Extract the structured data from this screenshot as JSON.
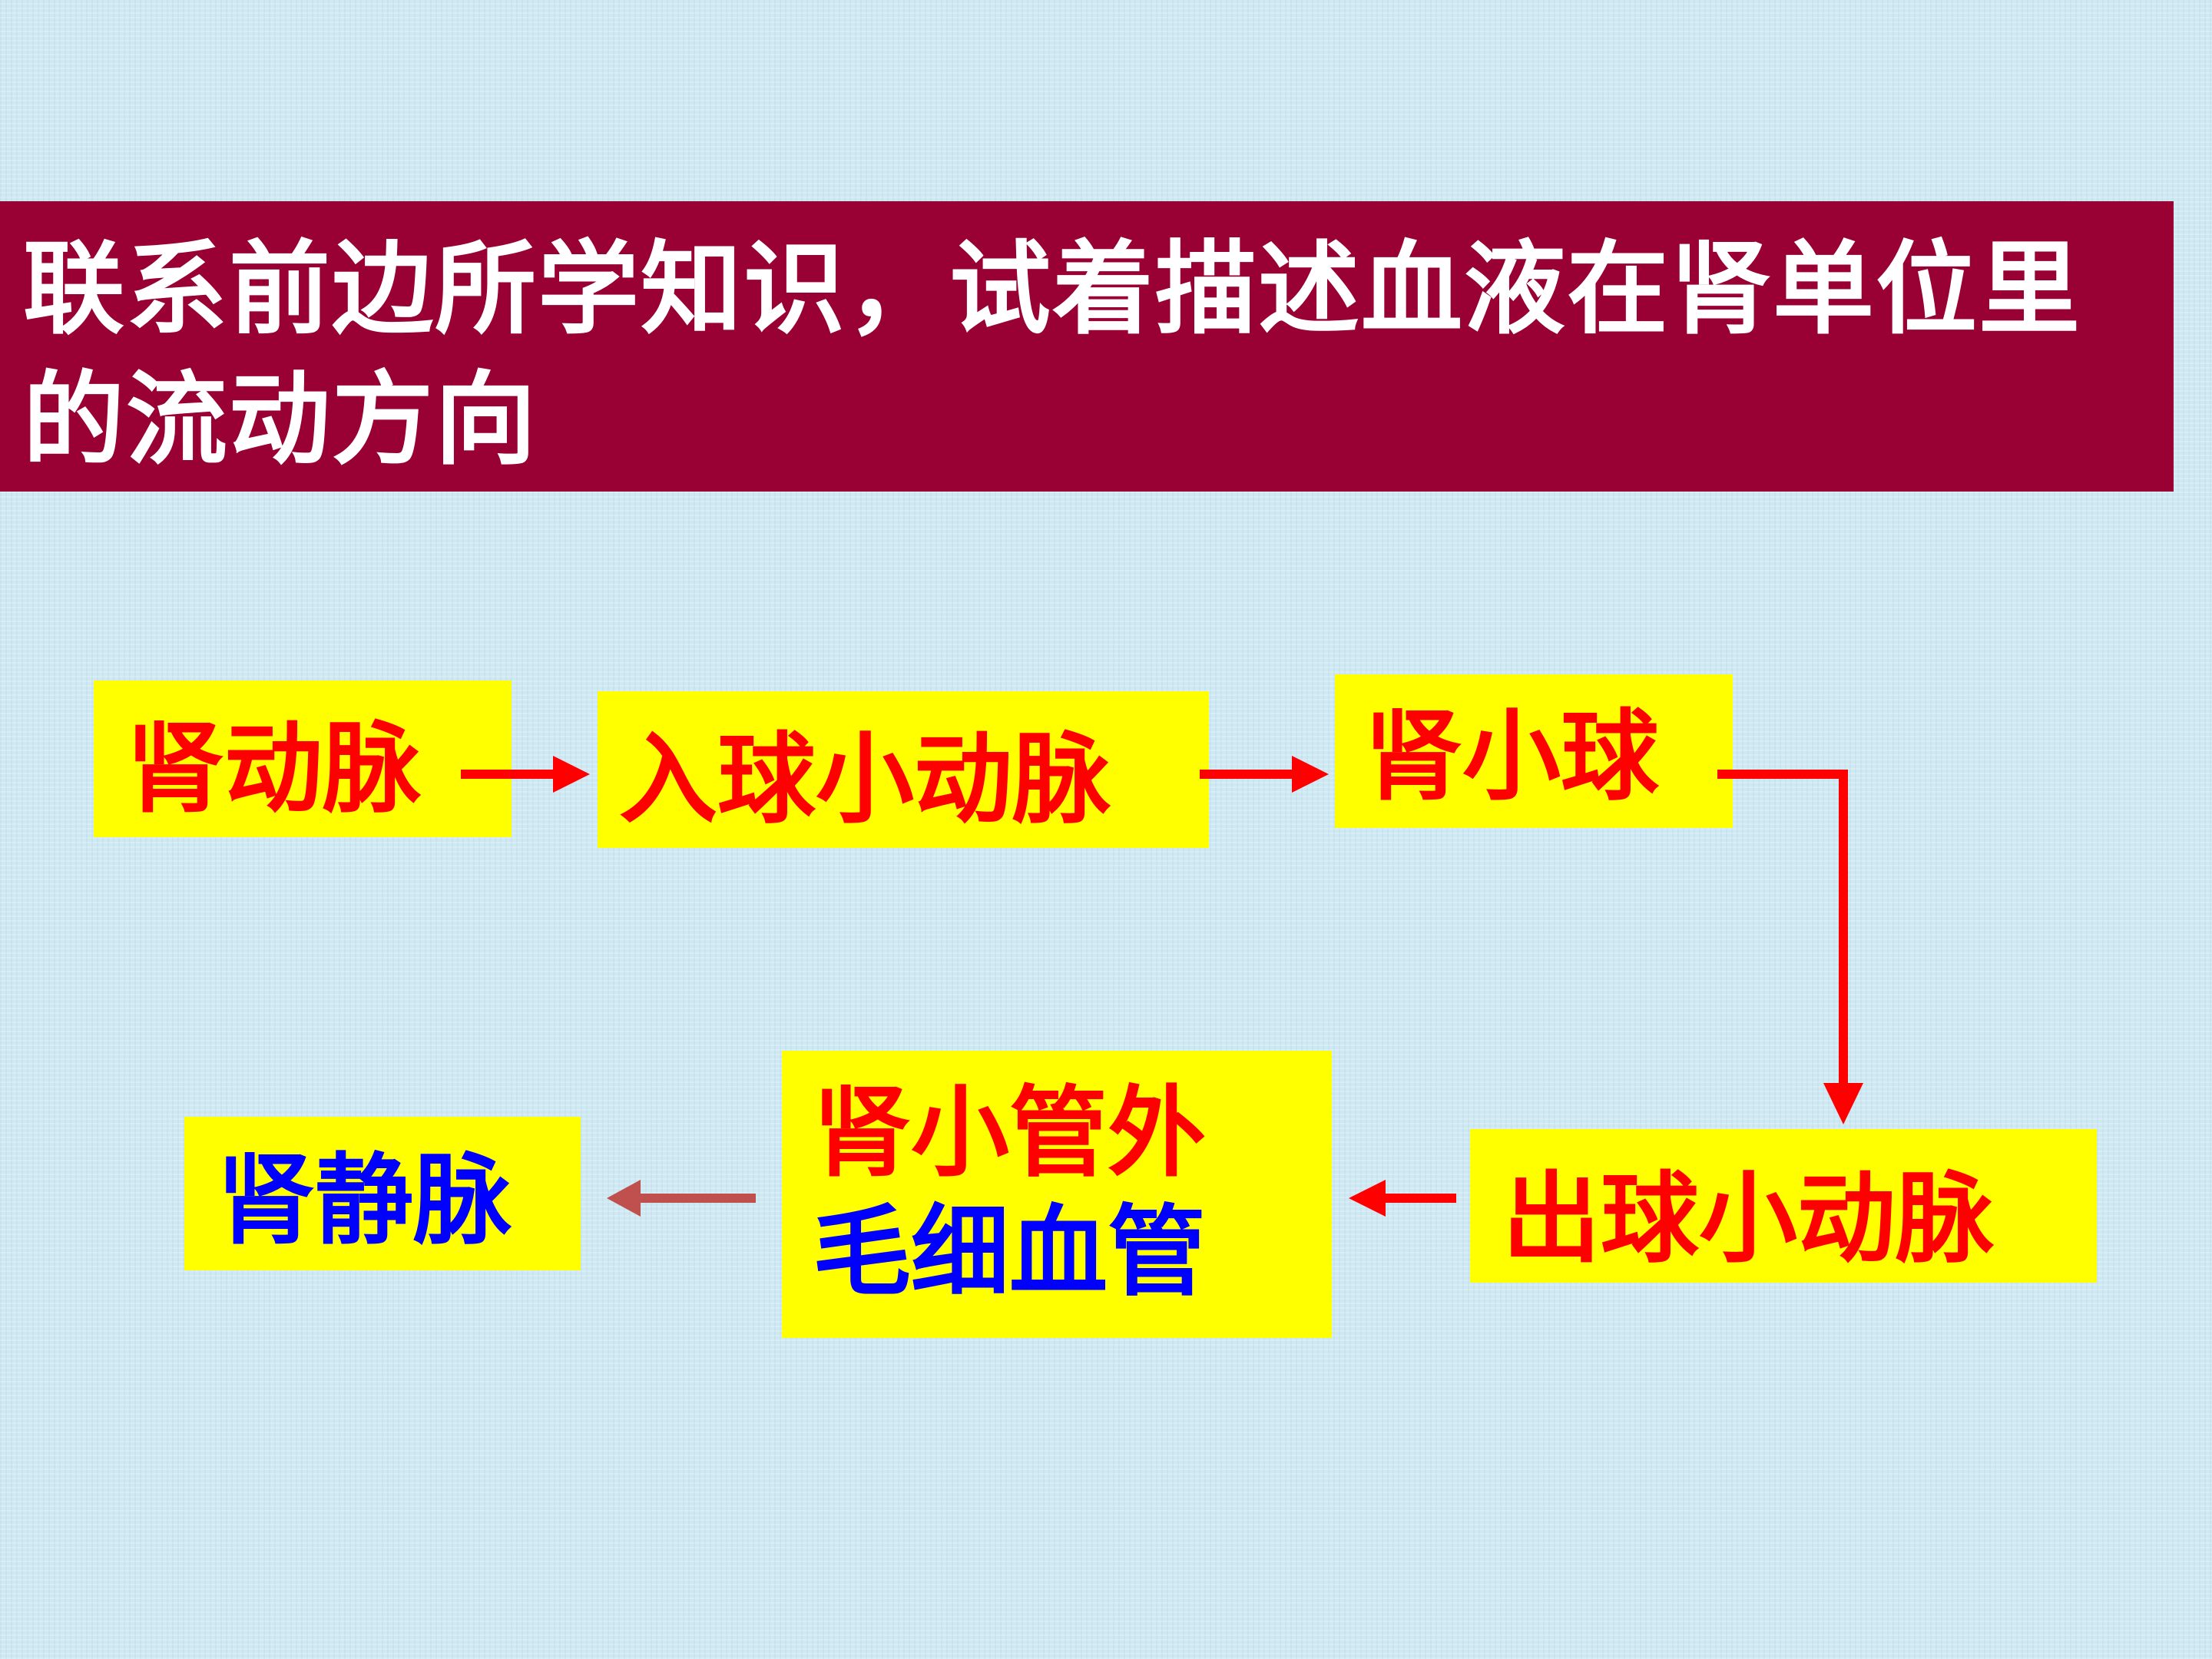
{
  "title": "联系前边所学知识，试着描述血液在肾单位里的流动方向",
  "nodes": {
    "renal_artery": "肾动脉",
    "afferent_arteriole": "入球小动脉",
    "glomerulus": "肾小球",
    "efferent_arteriole": "出球小动脉",
    "peritubular_capillary": {
      "line1": "肾小管外",
      "line2": "毛细血管"
    },
    "renal_vein": "肾静脉"
  },
  "colors": {
    "title_bg": "#990033",
    "title_text": "#ffffff",
    "box_bg": "#ffff00",
    "text_red": "#ff0000",
    "text_blue": "#0000ff",
    "arrow_red": "#ff0000",
    "arrow_muted": "#c0504d",
    "page_bg": "#cfe9f3"
  }
}
